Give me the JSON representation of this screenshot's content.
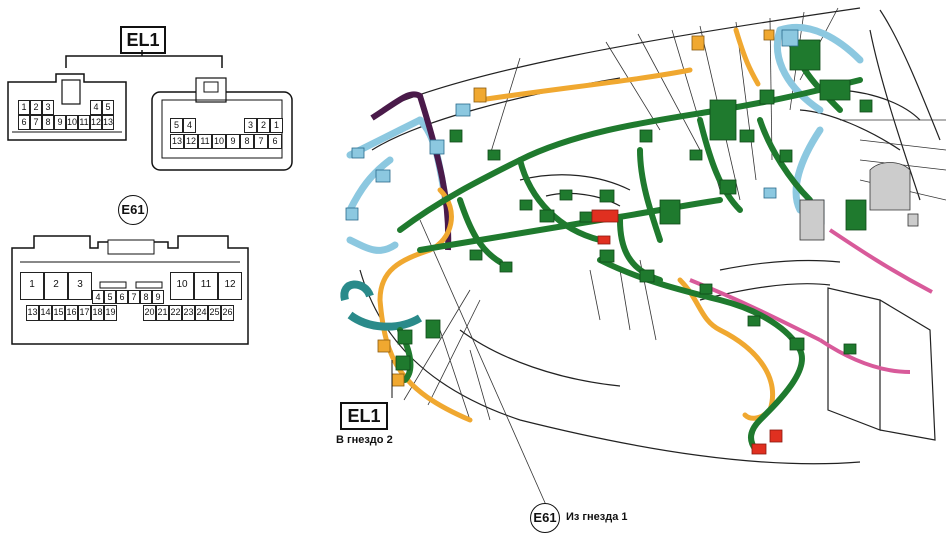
{
  "connectors": {
    "el1": {
      "title": "EL1",
      "left_top_pins": [
        "1",
        "2",
        "3",
        "4",
        "5"
      ],
      "left_bottom_pins": [
        "6",
        "7",
        "8",
        "9",
        "10",
        "11",
        "12",
        "13"
      ],
      "right_top_pins": [
        "5",
        "4",
        "3",
        "2",
        "1"
      ],
      "right_bottom_pins": [
        "13",
        "12",
        "11",
        "10",
        "9",
        "8",
        "7",
        "6"
      ]
    },
    "e61": {
      "title": "E61",
      "top_pins": [
        "1",
        "2",
        "3",
        "10",
        "11",
        "12"
      ],
      "mid_pins": [
        "4",
        "5",
        "6",
        "7",
        "8",
        "9"
      ],
      "bottom_pins": [
        "13",
        "14",
        "15",
        "16",
        "17",
        "18",
        "19",
        "20",
        "21",
        "22",
        "23",
        "24",
        "25",
        "26"
      ]
    }
  },
  "diagram": {
    "el1_label": "EL1",
    "el1_note": "В гнездо 2",
    "e61_label": "E61",
    "e61_note": "Из гнезда 1"
  },
  "colors": {
    "harness_green": "#1f7a2e",
    "harness_light_blue": "#8cc8e0",
    "harness_orange": "#f0a830",
    "harness_purple": "#4a1a4a",
    "harness_pink": "#d85a9a",
    "harness_teal": "#2a8a8a",
    "connector_red": "#e03020",
    "outline": "#111111"
  }
}
